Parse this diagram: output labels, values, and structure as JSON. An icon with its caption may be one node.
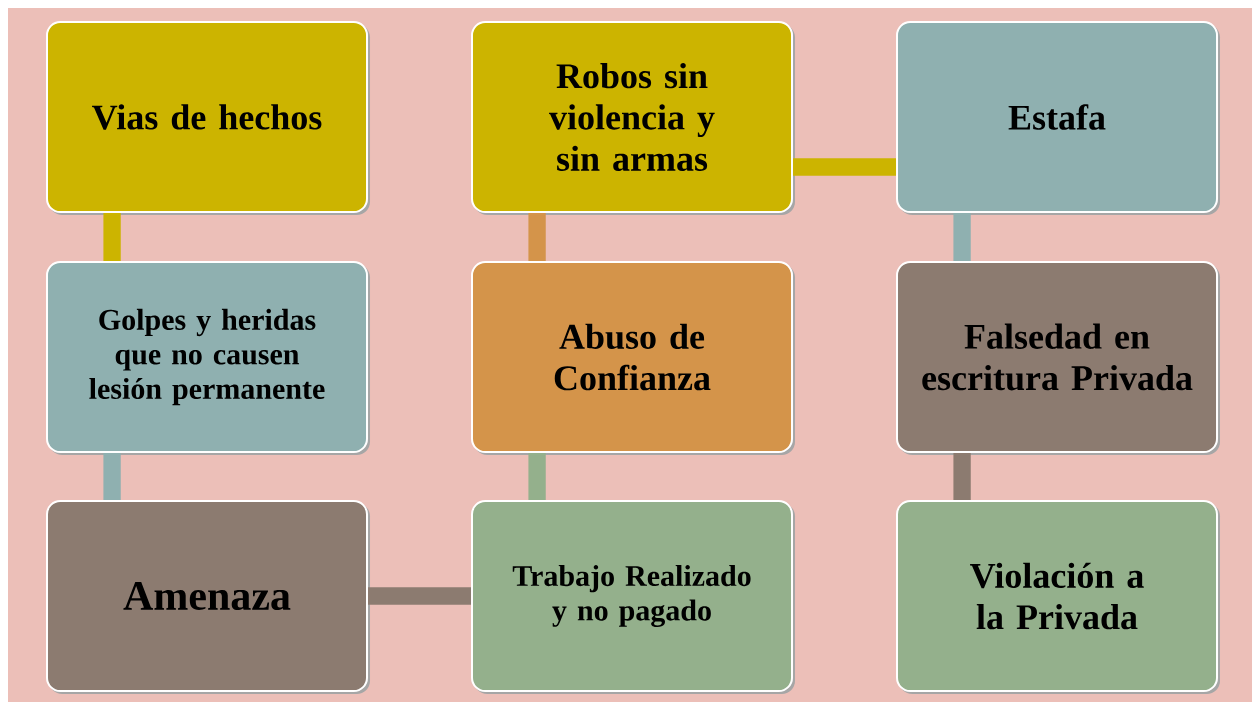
{
  "diagram": {
    "nodes": [
      {
        "text": [
          "Vias de hechos"
        ]
      },
      {
        "text": [
          "Robos sin violencia y sin armas"
        ]
      },
      {
        "text": [
          "Estafa"
        ]
      },
      {
        "text": [
          "Golpes y heridas que no causen lesión permanente"
        ]
      },
      {
        "text": [
          "Abuso de Confianza"
        ]
      },
      {
        "text": [
          "Falsedad en escritura Privada"
        ]
      },
      {
        "text": [
          "Amenaza"
        ]
      },
      {
        "text": [
          "Trabajo Realizado y no pagado"
        ]
      },
      {
        "text": [
          "Violación a la Privada"
        ]
      }
    ],
    "edges": [
      {
        "from": 0,
        "to": 3,
        "arrow": "none",
        "color": "#ccb400"
      },
      {
        "from": 3,
        "to": 6,
        "arrow": "none",
        "color": "#8fb0b0"
      },
      {
        "from": 6,
        "to": 7,
        "arrow": "none",
        "color": "#8c7b70"
      },
      {
        "from": 7,
        "to": 4,
        "arrow": "none",
        "color": "#94b08c"
      },
      {
        "from": 4,
        "to": 1,
        "arrow": "none",
        "color": "#d4944a"
      },
      {
        "from": 1,
        "to": 2,
        "arrow": "none",
        "color": "#ccb400"
      },
      {
        "from": 2,
        "to": 5,
        "arrow": "none",
        "color": "#8fb0b0"
      },
      {
        "from": 5,
        "to": 8,
        "arrow": "none",
        "color": "#8c7b70"
      }
    ]
  }
}
